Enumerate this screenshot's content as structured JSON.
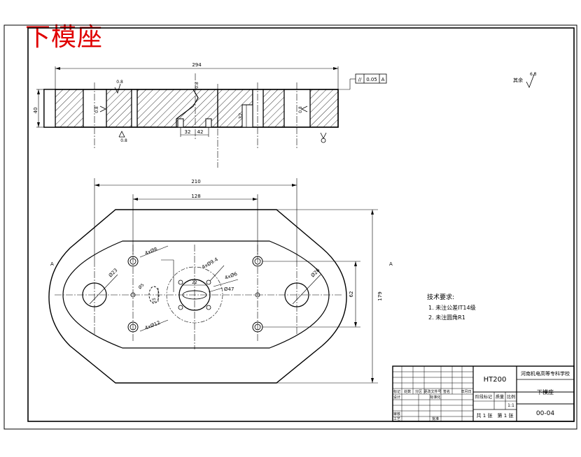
{
  "stamp_title": "下模座",
  "dims": {
    "overall_width_top": "294",
    "height_left": "40",
    "slot_width": "32",
    "slot_width_2": "42",
    "depth_right": "32",
    "plan_width_outer": "210",
    "plan_width_inner": "128",
    "plan_height_outer": "179",
    "plan_height_inner": "62",
    "hole_left_dia": "Ø23",
    "hole_right_dia": "Ø26",
    "holes_upper_left": "4xØ8",
    "holes_lower_left": "4xØ12",
    "small_hole_left": "Ø5",
    "small_hole_left2": "Ø16",
    "center_bore": "Ø47",
    "upper_note": "4xØ9.4",
    "pitch_circle_note": "4xØ6",
    "center_spacing": "22",
    "dim_small": "15"
  },
  "roughness": {
    "r1": "0.8",
    "r2": "0.8",
    "r3": "0.8",
    "r4": "0.8",
    "r5": "0.8",
    "other": "其余",
    "other_val": "6.3"
  },
  "tolerance": {
    "symbol": "//",
    "value": "0.05",
    "datum": "A"
  },
  "datum_labels": {
    "left": "A",
    "right": "A"
  },
  "tech_requirements": {
    "title": "技术要求:",
    "items": [
      "1. 未注公差IT14级",
      "2. 未注圆角R1"
    ]
  },
  "title_block": {
    "material": "HT200",
    "school": "河南机电高等专科学校",
    "part_name": "下模座",
    "drawing_no": "00-04",
    "scale_label": "比例",
    "scale_value": "1:1",
    "mass_label": "质量",
    "stage_label": "阶段标记",
    "sheet_total": "共  1 张",
    "sheet_no": "第  1 张",
    "row_labels": [
      "标记",
      "处数",
      "分区",
      "更改文件号",
      "签名",
      "年月日"
    ],
    "designer": "设计",
    "standard": "标准化",
    "checker": "审核",
    "process": "工艺",
    "approve": "批准"
  }
}
